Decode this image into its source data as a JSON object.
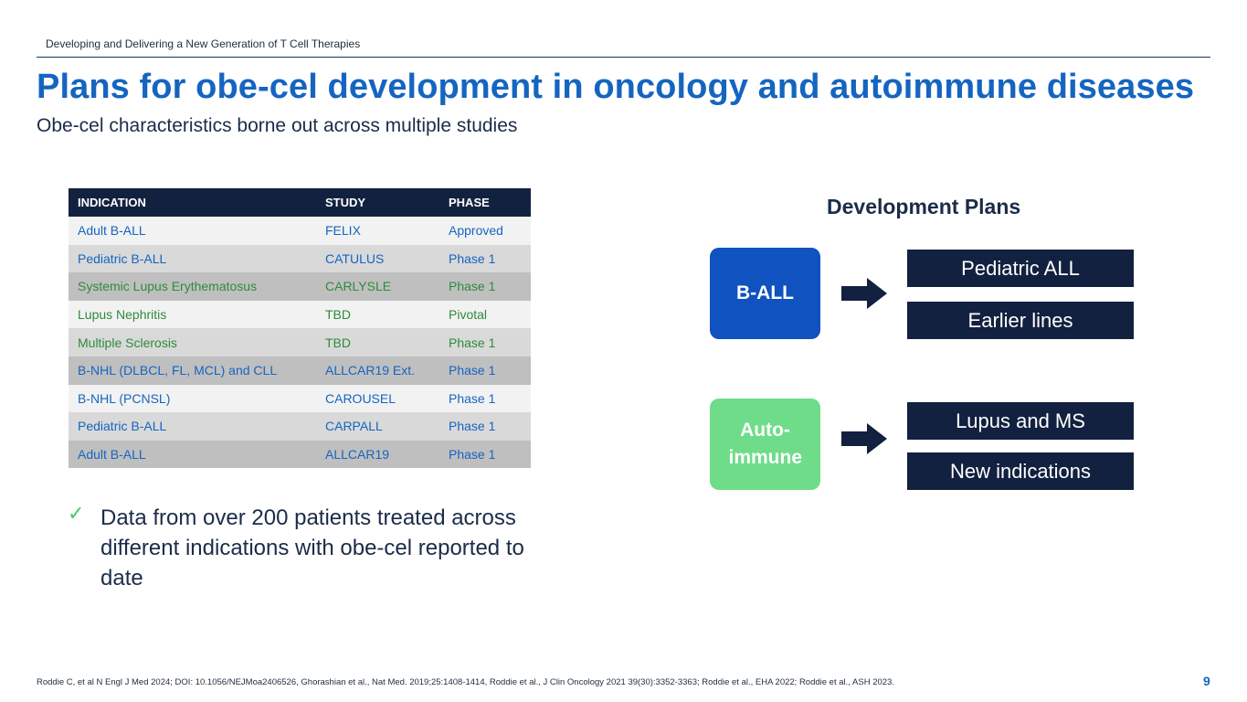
{
  "header": {
    "text": "Developing and Delivering a New Generation of T Cell Therapies"
  },
  "title": "Plans for obe-cel development in oncology and autoimmune diseases",
  "subtitle": "Obe-cel characteristics borne out across multiple studies",
  "table": {
    "columns": [
      "INDICATION",
      "STUDY",
      "PHASE"
    ],
    "rows": [
      {
        "indication": "Adult B-ALL",
        "study": "FELIX",
        "phase": "Approved",
        "text_color": "#1565c0",
        "bg": "#f2f2f2"
      },
      {
        "indication": "Pediatric B-ALL",
        "study": "CATULUS",
        "phase": "Phase 1",
        "text_color": "#1565c0",
        "bg": "#d9d9d9"
      },
      {
        "indication": "Systemic Lupus Erythematosus",
        "study": "CARLYSLE",
        "phase": "Phase 1",
        "text_color": "#2e8b3d",
        "bg": "#bfbfbf"
      },
      {
        "indication": "Lupus Nephritis",
        "study": "TBD",
        "phase": "Pivotal",
        "text_color": "#2e8b3d",
        "bg": "#f2f2f2"
      },
      {
        "indication": "Multiple Sclerosis",
        "study": "TBD",
        "phase": "Phase 1",
        "text_color": "#2e8b3d",
        "bg": "#d9d9d9"
      },
      {
        "indication": "B-NHL (DLBCL, FL, MCL)  and CLL",
        "study": "ALLCAR19 Ext.",
        "phase": "Phase 1",
        "text_color": "#1565c0",
        "bg": "#bfbfbf"
      },
      {
        "indication": "B-NHL (PCNSL)",
        "study": "CAROUSEL",
        "phase": "Phase 1",
        "text_color": "#1565c0",
        "bg": "#f2f2f2"
      },
      {
        "indication": "Pediatric B-ALL",
        "study": "CARPALL",
        "phase": "Phase 1",
        "text_color": "#1565c0",
        "bg": "#d9d9d9"
      },
      {
        "indication": "Adult B-ALL",
        "study": "ALLCAR19",
        "phase": "Phase 1",
        "text_color": "#1565c0",
        "bg": "#bfbfbf"
      }
    ]
  },
  "bullet": {
    "icon": "check-icon",
    "text": "Data from over 200 patients treated across different indications with obe-cel reported to date"
  },
  "development": {
    "title": "Development Plans",
    "groups": [
      {
        "label": "B-ALL",
        "color": "#0f52c0",
        "plans": [
          "Pediatric ALL",
          "Earlier lines"
        ]
      },
      {
        "label": "Auto-immune",
        "color": "#6fdc8a",
        "plans": [
          "Lupus and MS",
          "New indications"
        ]
      }
    ]
  },
  "footnote": "Roddie C, et al  N Engl J Med 2024; DOI: 10.1056/NEJMoa2406526, Ghorashian et al., Nat Med. 2019;25:1408-1414, Roddie et al., J Clin Oncology 2021 39(30):3352-3363; Roddie et al., EHA 2022; Roddie et al., ASH 2023.",
  "page_number": "9",
  "colors": {
    "title_blue": "#1565c0",
    "navy": "#12213f",
    "check_green": "#4cc765"
  }
}
